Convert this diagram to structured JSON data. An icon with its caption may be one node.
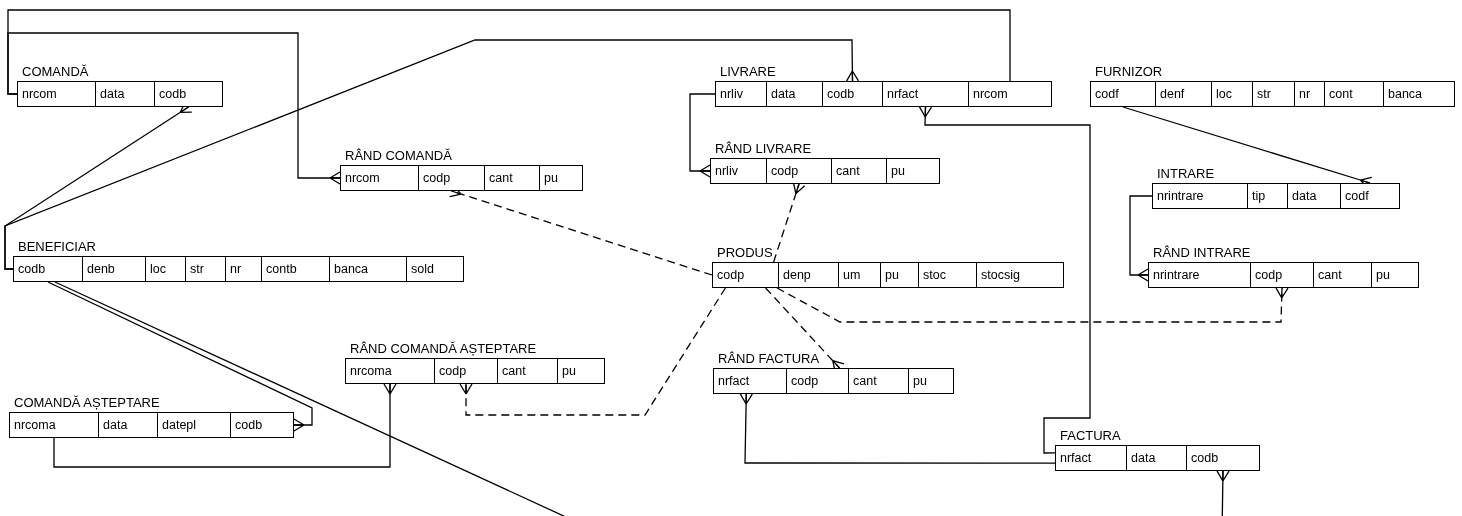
{
  "diagram": {
    "nodes": [
      {
        "text": [
          "COMANDĂ"
        ]
      },
      {
        "text": [
          "nrcom"
        ],
        "in": 0
      },
      {
        "text": [
          "data"
        ],
        "in": 0
      },
      {
        "text": [
          "codb"
        ],
        "in": 0
      },
      {
        "text": [
          "LIVRARE"
        ]
      },
      {
        "text": [
          "nrliv"
        ],
        "in": 4
      },
      {
        "text": [
          "data"
        ],
        "in": 4
      },
      {
        "text": [
          "codb"
        ],
        "in": 4
      },
      {
        "text": [
          "nrfact"
        ],
        "in": 4
      },
      {
        "text": [
          "nrcom"
        ],
        "in": 4
      },
      {
        "text": [
          "FURNIZOR"
        ]
      },
      {
        "text": [
          "codf"
        ],
        "in": 10
      },
      {
        "text": [
          "denf"
        ],
        "in": 10
      },
      {
        "text": [
          "loc"
        ],
        "in": 10
      },
      {
        "text": [
          "str"
        ],
        "in": 10
      },
      {
        "text": [
          "nr"
        ],
        "in": 10
      },
      {
        "text": [
          "cont"
        ],
        "in": 10
      },
      {
        "text": [
          "banca"
        ],
        "in": 10
      },
      {
        "text": [
          "RÂND COMANDĂ"
        ]
      },
      {
        "text": [
          "nrcom"
        ],
        "in": 18
      },
      {
        "text": [
          "codp"
        ],
        "in": 18
      },
      {
        "text": [
          "cant"
        ],
        "in": 18
      },
      {
        "text": [
          "pu"
        ],
        "in": 18
      },
      {
        "text": [
          "RÂND LIVRARE"
        ]
      },
      {
        "text": [
          "nrliv"
        ],
        "in": 23
      },
      {
        "text": [
          "codp"
        ],
        "in": 23
      },
      {
        "text": [
          "cant"
        ],
        "in": 23
      },
      {
        "text": [
          "pu"
        ],
        "in": 23
      },
      {
        "text": [
          "INTRARE"
        ]
      },
      {
        "text": [
          "nrintrare"
        ],
        "in": 28
      },
      {
        "text": [
          "tip"
        ],
        "in": 28
      },
      {
        "text": [
          "data"
        ],
        "in": 28
      },
      {
        "text": [
          "codf"
        ],
        "in": 28
      },
      {
        "text": [
          "BENEFICIAR"
        ]
      },
      {
        "text": [
          "codb"
        ],
        "in": 33
      },
      {
        "text": [
          "denb"
        ],
        "in": 33
      },
      {
        "text": [
          "loc"
        ],
        "in": 33
      },
      {
        "text": [
          "str"
        ],
        "in": 33
      },
      {
        "text": [
          "nr"
        ],
        "in": 33
      },
      {
        "text": [
          "contb"
        ],
        "in": 33
      },
      {
        "text": [
          "banca"
        ],
        "in": 33
      },
      {
        "text": [
          "sold"
        ],
        "in": 33
      },
      {
        "text": [
          "PRODUS"
        ]
      },
      {
        "text": [
          "codp"
        ],
        "in": 42
      },
      {
        "text": [
          "denp"
        ],
        "in": 42
      },
      {
        "text": [
          "um"
        ],
        "in": 42
      },
      {
        "text": [
          "pu"
        ],
        "in": 42
      },
      {
        "text": [
          "stoc"
        ],
        "in": 42
      },
      {
        "text": [
          "stocsig"
        ],
        "in": 42
      },
      {
        "text": [
          "RÂND INTRARE"
        ]
      },
      {
        "text": [
          "nrintrare"
        ],
        "in": 49
      },
      {
        "text": [
          "codp"
        ],
        "in": 49
      },
      {
        "text": [
          "cant"
        ],
        "in": 49
      },
      {
        "text": [
          "pu"
        ],
        "in": 49
      },
      {
        "text": [
          "RÂND COMANDĂ AȘTEPTARE"
        ]
      },
      {
        "text": [
          "nrcoma"
        ],
        "in": 54
      },
      {
        "text": [
          "codp"
        ],
        "in": 54
      },
      {
        "text": [
          "cant"
        ],
        "in": 54
      },
      {
        "text": [
          "pu"
        ],
        "in": 54
      },
      {
        "text": [
          "RÂND FACTURA"
        ]
      },
      {
        "text": [
          "nrfact"
        ],
        "in": 59
      },
      {
        "text": [
          "codp"
        ],
        "in": 59
      },
      {
        "text": [
          "cant"
        ],
        "in": 59
      },
      {
        "text": [
          "pu"
        ],
        "in": 59
      },
      {
        "text": [
          "COMANDĂ AȘTEPTARE"
        ]
      },
      {
        "text": [
          "nrcoma"
        ],
        "in": 64
      },
      {
        "text": [
          "data"
        ],
        "in": 64
      },
      {
        "text": [
          "datepl"
        ],
        "in": 64
      },
      {
        "text": [
          "codb"
        ],
        "in": 64
      },
      {
        "text": [
          "FACTURA"
        ]
      },
      {
        "text": [
          "nrfact"
        ],
        "in": 69
      },
      {
        "text": [
          "data"
        ],
        "in": 69
      },
      {
        "text": [
          "codb"
        ],
        "in": 69
      }
    ],
    "edges": [
      {
        "from": 34,
        "to": 3,
        "arrow": "other"
      },
      {
        "from": 34,
        "to": 7,
        "arrow": "other"
      },
      {
        "from": 1,
        "to": 9,
        "arrow": "none"
      },
      {
        "from": 1,
        "to": 19,
        "arrow": "other"
      },
      {
        "from": 34,
        "to": 68,
        "arrow": "other"
      },
      {
        "from": 34,
        "to": 72,
        "arrow": "other"
      },
      {
        "from": 5,
        "to": 24,
        "arrow": "other"
      },
      {
        "from": 70,
        "to": 8,
        "arrow": "other"
      },
      {
        "from": 70,
        "to": 60,
        "arrow": "other"
      },
      {
        "from": 43,
        "to": 25,
        "arrow": "other",
        "style": "dashed"
      },
      {
        "from": 43,
        "to": 20,
        "arrow": "other",
        "style": "dashed"
      },
      {
        "from": 43,
        "to": 56,
        "arrow": "other",
        "style": "dashed"
      },
      {
        "from": 43,
        "to": 61,
        "arrow": "other",
        "style": "dashed"
      },
      {
        "from": 43,
        "to": 51,
        "arrow": "other",
        "style": "dashed"
      },
      {
        "from": 65,
        "to": 55,
        "arrow": "other"
      },
      {
        "from": 11,
        "to": 32,
        "arrow": "other"
      },
      {
        "from": 29,
        "to": 50,
        "arrow": "other"
      }
    ]
  }
}
